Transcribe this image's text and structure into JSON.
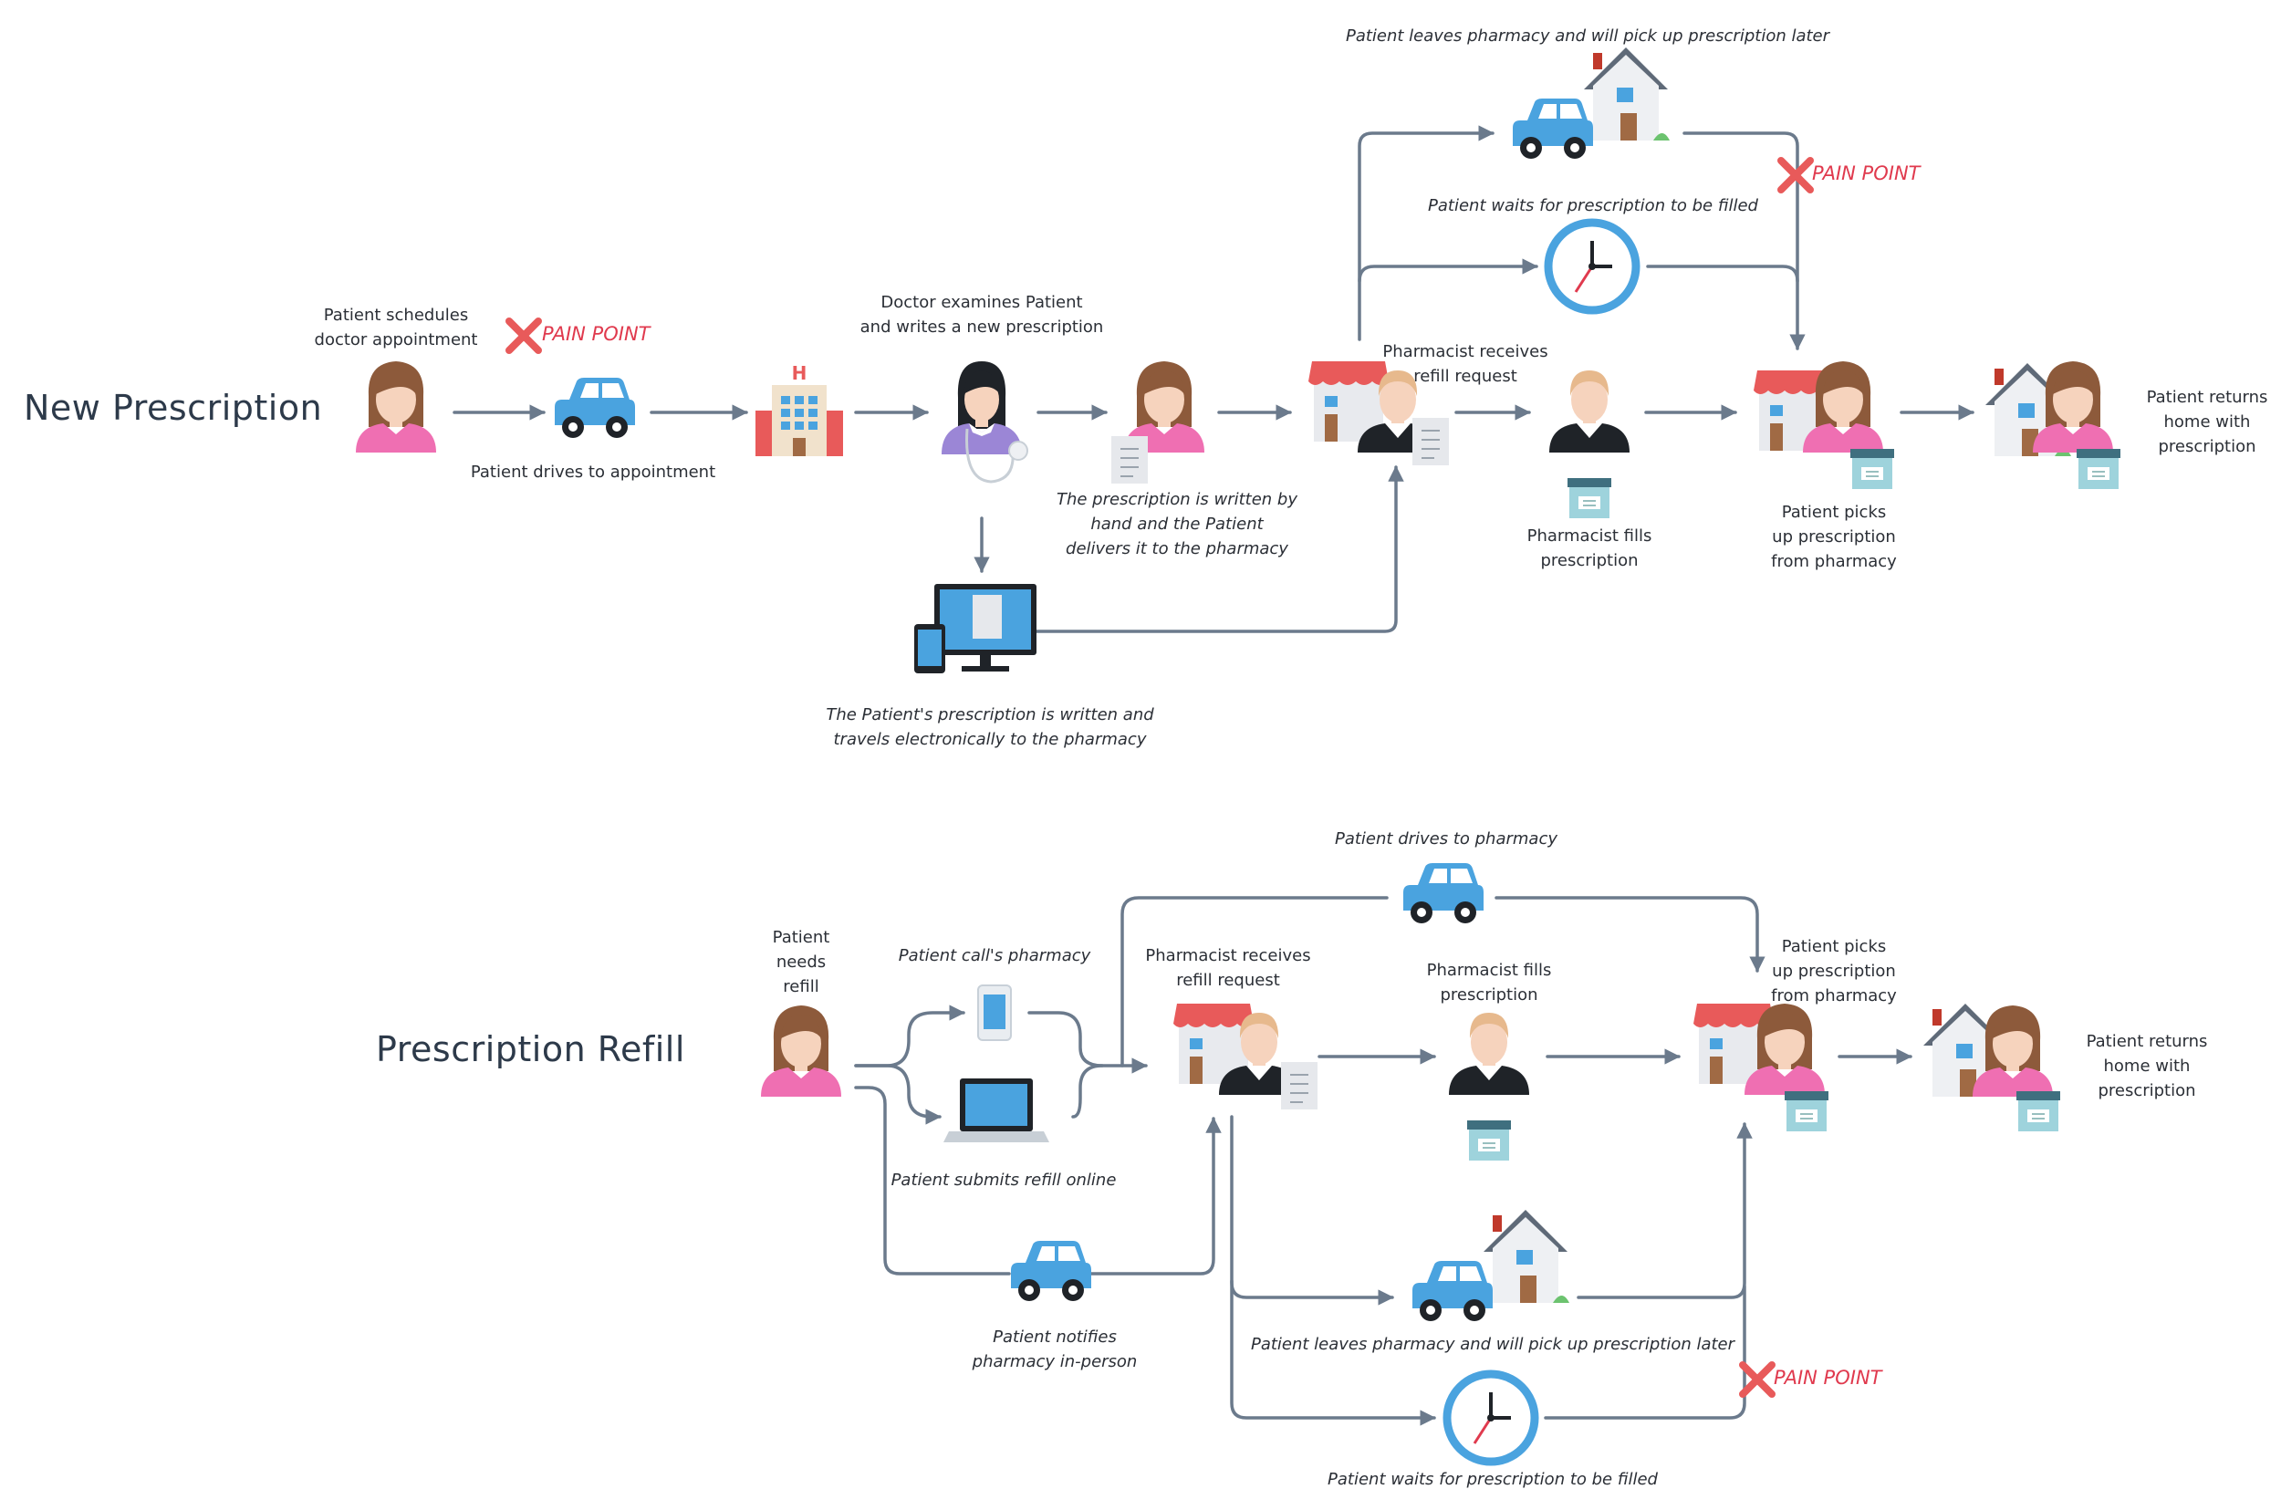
{
  "titles": {
    "new_prescription": "New Prescription",
    "prescription_refill": "Prescription Refill"
  },
  "pain_point": "PAIN POINT",
  "new_flow": {
    "schedule": "Patient schedules\ndoctor appointment",
    "drive_appt": "Patient drives to appointment",
    "doctor": "Doctor examines Patient\nand writes a new prescription",
    "handwritten": "The prescription is written by\nhand and the Patient\ndelivers it to the pharmacy",
    "electronic": "The Patient's prescription is written and\ntravels electronically to the pharmacy",
    "pharmacist_receives": "Pharmacist receives\nrefill request",
    "leaves": "Patient leaves pharmacy and will pick up prescription later",
    "waits": "Patient waits for prescription to be filled",
    "fills": "Pharmacist fills\nprescription",
    "picks_up": "Patient picks\nup prescription\nfrom pharmacy",
    "returns": "Patient returns\nhome with\nprescription"
  },
  "refill_flow": {
    "needs": "Patient\nneeds\nrefill",
    "calls": "Patient call's pharmacy",
    "online": "Patient submits refill online",
    "in_person": "Patient  notifies\npharmacy in-person",
    "pharmacist_receives": "Pharmacist receives\nrefill request",
    "drives": "Patient drives to pharmacy",
    "fills": "Pharmacist fills\nprescription",
    "picks_up": "Patient picks\nup prescription\nfrom pharmacy",
    "returns": "Patient returns\nhome with\nprescription",
    "leaves": "Patient leaves pharmacy and will pick up prescription later",
    "waits": "Patient waits for prescription to be filled"
  },
  "colors": {
    "connector": "#6b7a8c",
    "pain": "#e03a4e",
    "car": "#4aa3df",
    "patient_shirt": "#ef6fb2",
    "hair": "#8d5a3b",
    "skin": "#f6d3bd",
    "awning": "#e85a5a",
    "clock": "#4aa3df"
  }
}
